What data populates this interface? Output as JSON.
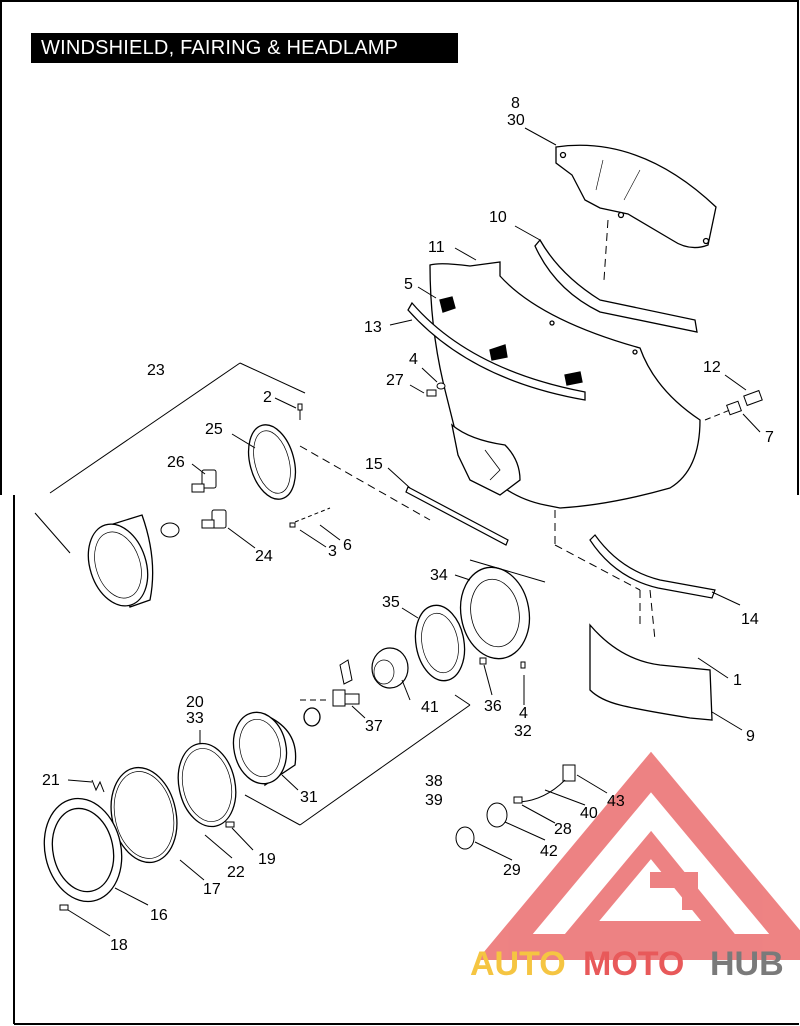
{
  "title": "WINDSHIELD, FAIRING & HEADLAMP",
  "callouts": {
    "c1": "1",
    "c2": "2",
    "c3": "3",
    "c4a": "4",
    "c4b": "4",
    "c5": "5",
    "c6": "6",
    "c7": "7",
    "c8": "8",
    "c9": "9",
    "c10": "10",
    "c11": "11",
    "c12": "12",
    "c13": "13",
    "c14": "14",
    "c15": "15",
    "c16": "16",
    "c17": "17",
    "c18": "18",
    "c19": "19",
    "c20": "20",
    "c21": "21",
    "c22": "22",
    "c23": "23",
    "c24": "24",
    "c25": "25",
    "c26": "26",
    "c27": "27",
    "c28": "28",
    "c29": "29",
    "c30": "30",
    "c31": "31",
    "c32": "32",
    "c33": "33",
    "c34": "34",
    "c35": "35",
    "c36": "36",
    "c37": "37",
    "c38": "38",
    "c39": "39",
    "c40": "40",
    "c41": "41",
    "c42": "42",
    "c43": "43"
  },
  "watermark": {
    "part1": "AUTO",
    "part2": "MOTO",
    "part3": "HUB",
    "color_yellow": "#f5c542",
    "color_red": "#e8595a",
    "color_gray": "#7a7a7a"
  }
}
